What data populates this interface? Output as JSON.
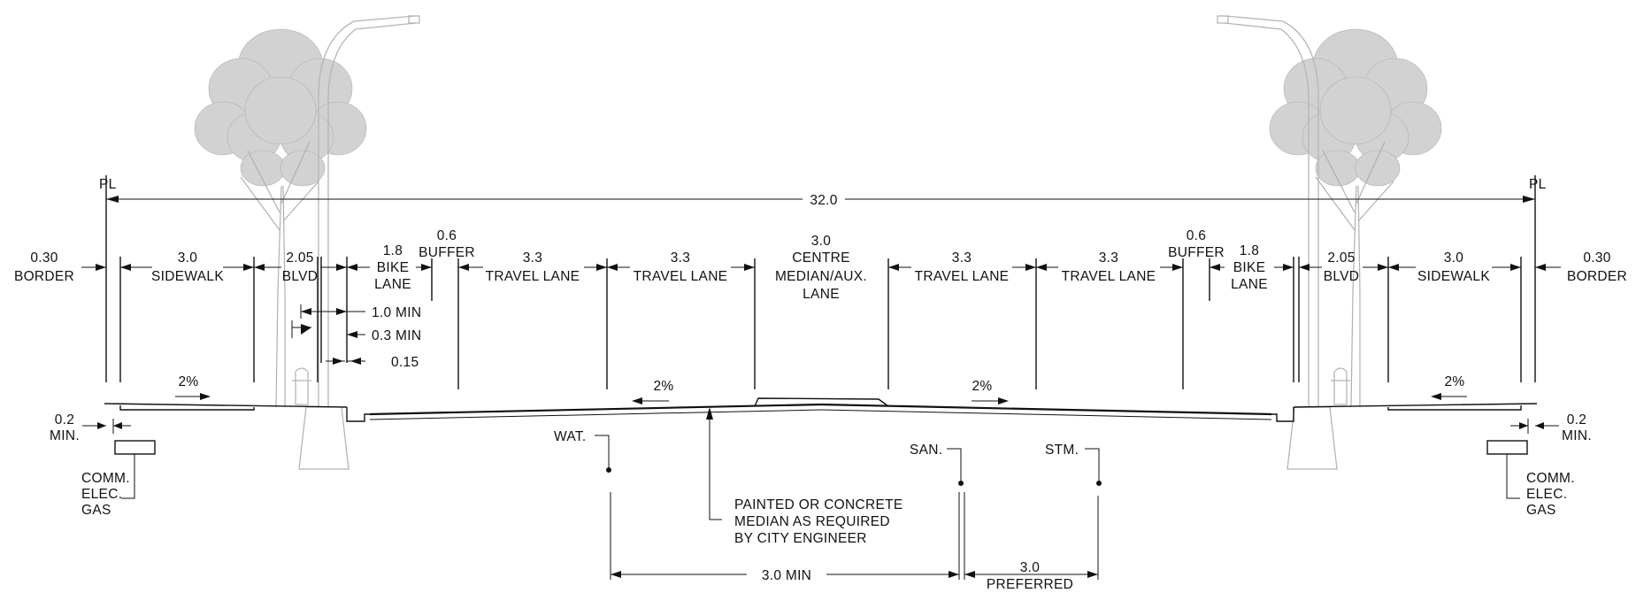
{
  "overall": {
    "total_width": "32.0",
    "property_line": "PL"
  },
  "left_side": {
    "border": {
      "value": "0.30",
      "label": "BORDER"
    },
    "sidewalk": {
      "value": "3.0",
      "label": "SIDEWALK"
    },
    "blvd": {
      "value": "2.05",
      "label": "BLVD"
    },
    "bike_lane": {
      "value": "1.8",
      "label1": "BIKE",
      "label2": "LANE"
    },
    "buffer": {
      "value": "0.6",
      "label": "BUFFER"
    },
    "travel_lane": {
      "value": "3.3",
      "label": "TRAVEL LANE"
    },
    "travel_lane_2": {
      "value": "3.3",
      "label": "TRAVEL LANE"
    },
    "min_1": "1.0 MIN",
    "min_2": "0.3 MIN",
    "min_3": "0.15",
    "slope_sidewalk": "2%",
    "slope_road": "2%",
    "utility_offset": {
      "value": "0.2",
      "label": "MIN."
    },
    "utility_label": [
      "COMM.",
      "ELEC.",
      "GAS"
    ]
  },
  "median": {
    "value": "3.0",
    "line1": "CENTRE",
    "line2": "MEDIAN/AUX.",
    "line3": "LANE"
  },
  "right_side": {
    "border": {
      "value": "0.30",
      "label": "BORDER"
    },
    "sidewalk": {
      "value": "3.0",
      "label": "SIDEWALK"
    },
    "blvd": {
      "value": "2.05",
      "label": "BLVD"
    },
    "bike_lane": {
      "value": "1.8",
      "label1": "BIKE",
      "label2": "LANE"
    },
    "buffer": {
      "value": "0.6",
      "label": "BUFFER"
    },
    "travel_lane": {
      "value": "3.3",
      "label": "TRAVEL LANE"
    },
    "travel_lane_2": {
      "value": "3.3",
      "label": "TRAVEL LANE"
    },
    "slope_sidewalk": "2%",
    "slope_road": "2%",
    "utility_offset": {
      "value": "0.2",
      "label": "MIN."
    },
    "utility_label": [
      "COMM.",
      "ELEC.",
      "GAS"
    ]
  },
  "utilities": {
    "water": "WAT.",
    "sanitary": "SAN.",
    "storm": "STM."
  },
  "median_note": [
    "PAINTED OR CONCRETE",
    "MEDIAN AS REQUIRED",
    "BY CITY ENGINEER"
  ],
  "bottom_dims": {
    "min": "3.0 MIN",
    "preferred_value": "3.0",
    "preferred_label": "PREFERRED"
  }
}
